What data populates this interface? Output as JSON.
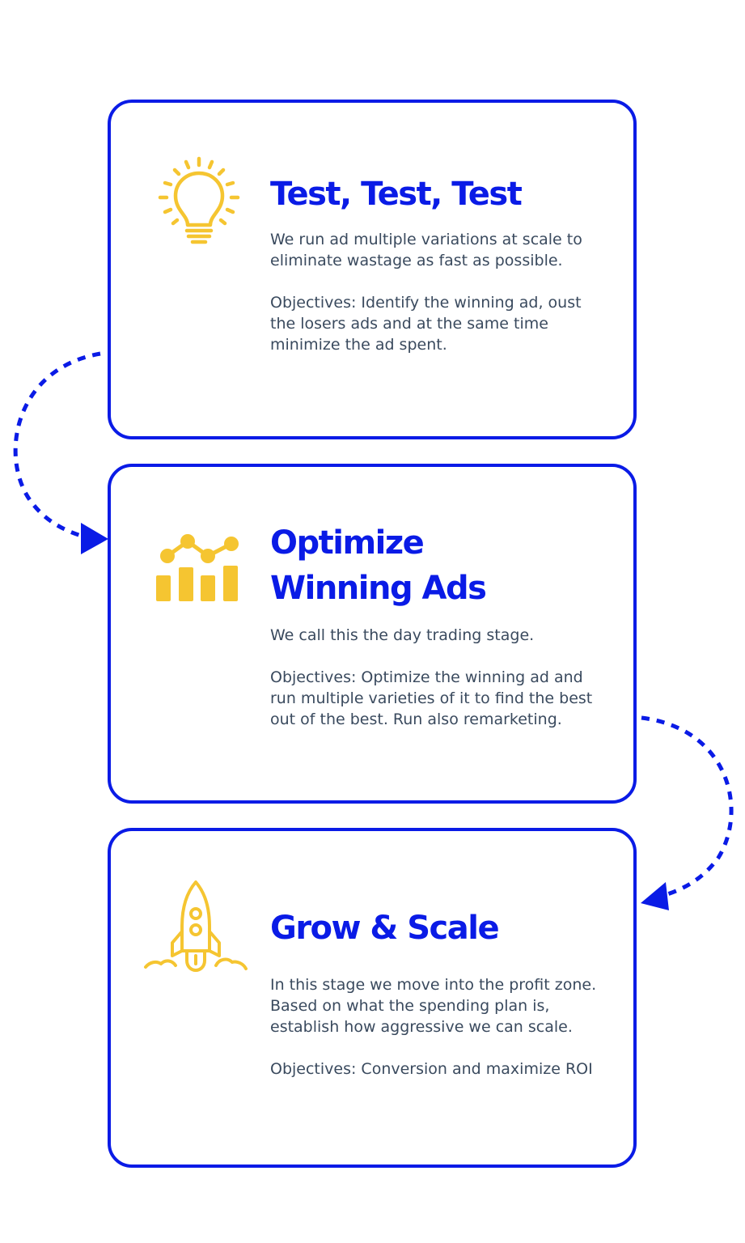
{
  "colors": {
    "accent": "#0a1be6",
    "icon": "#f5c531",
    "text": "#3a4a5e",
    "background": "#ffffff"
  },
  "cards": [
    {
      "icon": "lightbulb-icon",
      "title_lines": [
        "Test, Test, Test"
      ],
      "paragraphs": [
        "We run ad multiple variations at scale to eliminate wastage as fast as possible.",
        "Objectives: Identify the winning ad, oust the losers ads and at the same time minimize the ad spent."
      ]
    },
    {
      "icon": "chart-icon",
      "title_lines": [
        "Optimize",
        "Winning Ads"
      ],
      "paragraphs": [
        "We call this the day trading stage.",
        "Objectives: Optimize the winning ad and run multiple varieties of it to find the best out of the best. Run also remarketing."
      ]
    },
    {
      "icon": "rocket-icon",
      "title_lines": [
        "Grow & Scale"
      ],
      "paragraphs": [
        "In this stage we move into the profit zone. Based on what the spending plan is, establish how aggressive we can scale.",
        "Objectives: Conversion and maximize ROI"
      ]
    }
  ]
}
